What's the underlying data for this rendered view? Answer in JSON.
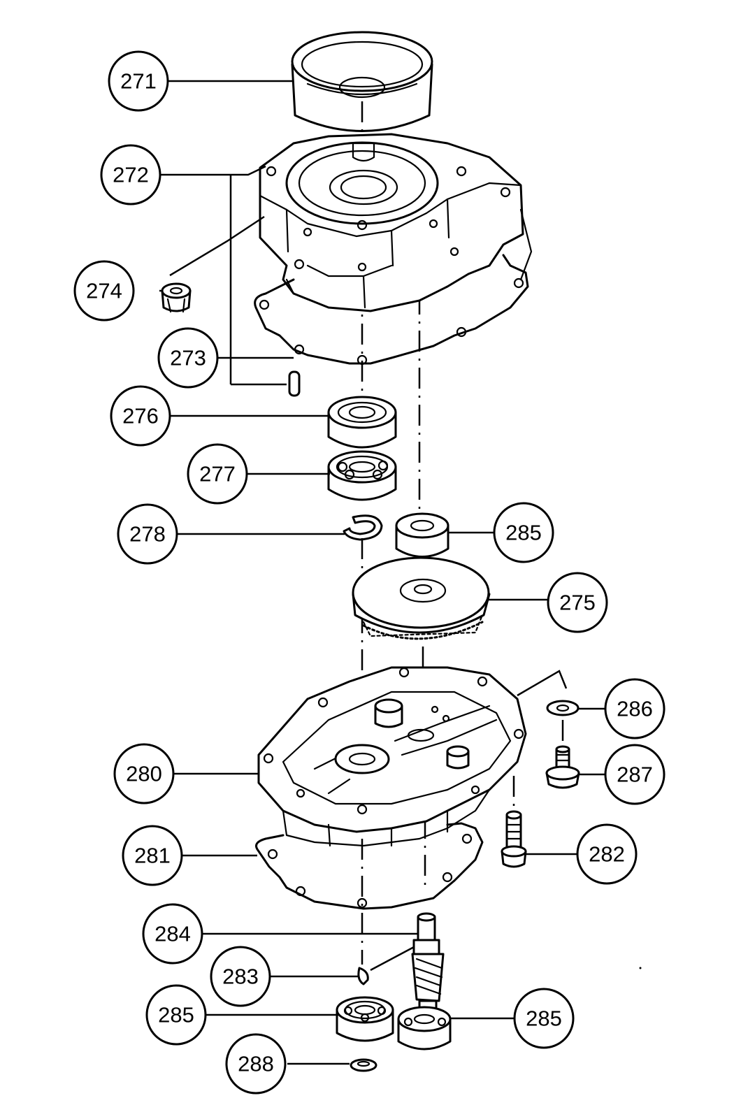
{
  "callouts": [
    {
      "id": "c271",
      "label": "271"
    },
    {
      "id": "c272",
      "label": "272"
    },
    {
      "id": "c274",
      "label": "274"
    },
    {
      "id": "c273",
      "label": "273"
    },
    {
      "id": "c276",
      "label": "276"
    },
    {
      "id": "c277",
      "label": "277"
    },
    {
      "id": "c278",
      "label": "278"
    },
    {
      "id": "c285a",
      "label": "285"
    },
    {
      "id": "c275",
      "label": "275"
    },
    {
      "id": "c286",
      "label": "286"
    },
    {
      "id": "c287",
      "label": "287"
    },
    {
      "id": "c280",
      "label": "280"
    },
    {
      "id": "c282",
      "label": "282"
    },
    {
      "id": "c281",
      "label": "281"
    },
    {
      "id": "c284",
      "label": "284"
    },
    {
      "id": "c283",
      "label": "283"
    },
    {
      "id": "c285b",
      "label": "285"
    },
    {
      "id": "c285c",
      "label": "285"
    },
    {
      "id": "c288",
      "label": "288"
    }
  ]
}
